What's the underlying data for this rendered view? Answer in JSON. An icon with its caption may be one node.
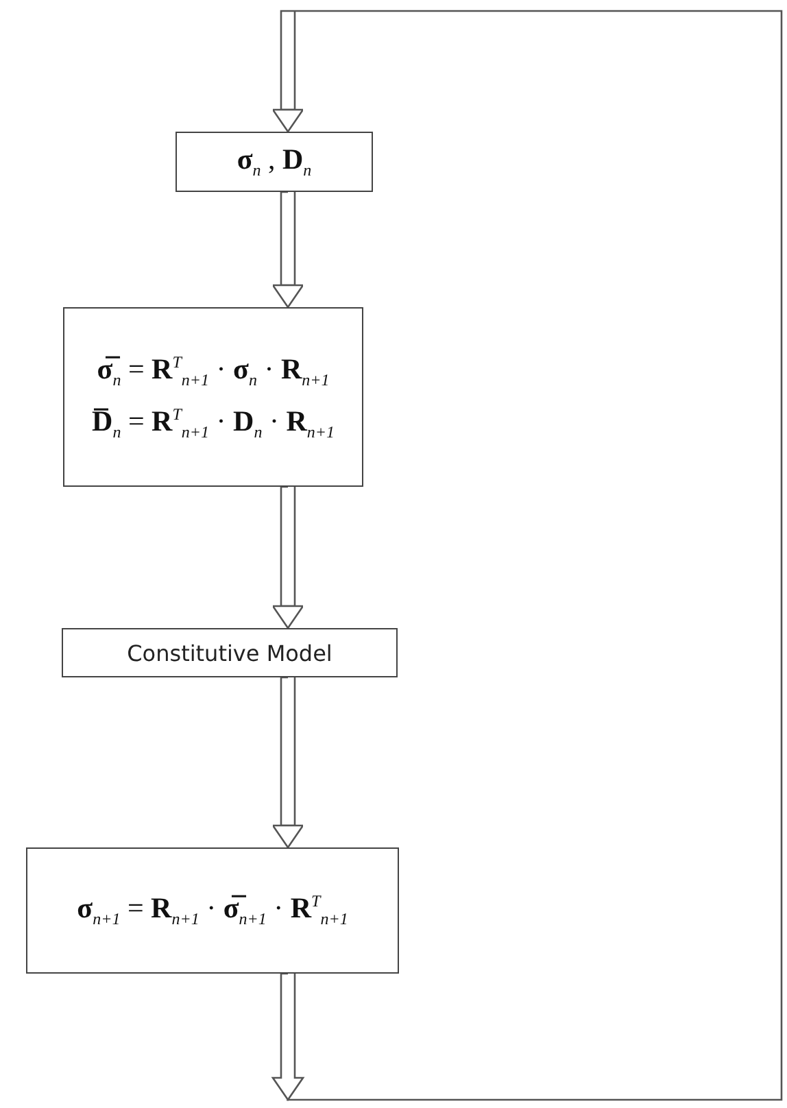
{
  "diagram": {
    "nodes": [
      {
        "text": [
          "**σ**$_{n}$ , **D**$_{n}$"
        ]
      },
      {
        "text": [
          "**σ̅**$_{n}$ = **R**$^{T}$$_{n+1}$ · **σ**$_{n}$ · **R**$_{n+1}$",
          "**D̅**$_{n}$ = **R**$^{T}$$_{n+1}$ · **D**$_{n}$ · **R**$_{n+1}$"
        ]
      },
      {
        "text": [
          "Constitutive Model"
        ]
      },
      {
        "text": [
          "**σ**$_{n+1}$ = **R**$_{n+1}$ · **σ̅**$_{n+1}$ · **R**$^{T}$$_{n+1}$"
        ]
      }
    ],
    "edges": [
      {
        "from": 0,
        "to": 1,
        "arrow": "to"
      },
      {
        "from": 1,
        "to": 2,
        "arrow": "to"
      },
      {
        "from": 2,
        "to": 3,
        "arrow": "to"
      },
      {
        "from": 3,
        "to": 0,
        "arrow": "to"
      }
    ]
  }
}
